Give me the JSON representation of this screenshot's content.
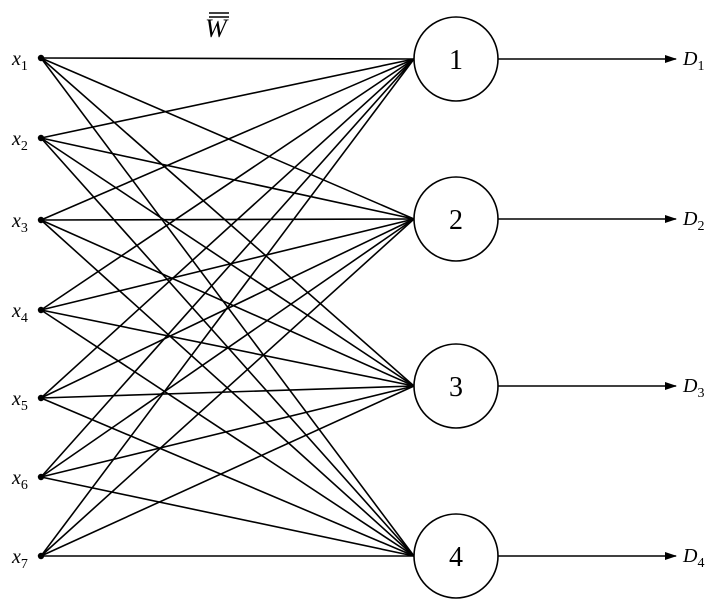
{
  "weight_label": "W",
  "inputs": [
    {
      "var": "x",
      "sub": "1"
    },
    {
      "var": "x",
      "sub": "2"
    },
    {
      "var": "x",
      "sub": "3"
    },
    {
      "var": "x",
      "sub": "4"
    },
    {
      "var": "x",
      "sub": "5"
    },
    {
      "var": "x",
      "sub": "6"
    },
    {
      "var": "x",
      "sub": "7"
    }
  ],
  "neurons": [
    {
      "label": "1"
    },
    {
      "label": "2"
    },
    {
      "label": "3"
    },
    {
      "label": "4"
    }
  ],
  "outputs": [
    {
      "var": "D",
      "sub": "1"
    },
    {
      "var": "D",
      "sub": "2"
    },
    {
      "var": "D",
      "sub": "3"
    },
    {
      "var": "D",
      "sub": "4"
    }
  ],
  "colors": {
    "stroke": "#000000",
    "background": "#ffffff"
  }
}
